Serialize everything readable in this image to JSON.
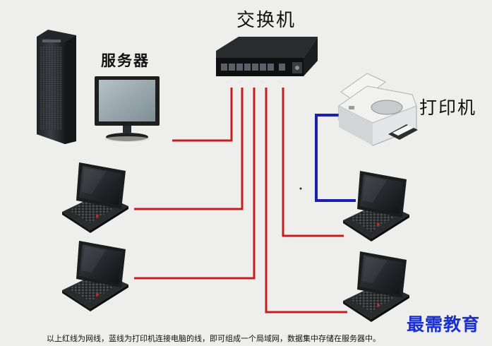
{
  "labels": {
    "switch": "交换机",
    "server": "服务器",
    "printer": "打印机"
  },
  "caption": "以上红线为网线，蓝线为打印机连接电脑的线，即可组成一个局域网，数据集中存储在服务器中。",
  "watermark": "最需教育",
  "colors": {
    "network_cable": "#c41f1f",
    "printer_cable": "#1b1fb0",
    "background": "#eeeeec",
    "watermark": "#1a2fd0"
  },
  "icons": [
    "server-tower-icon",
    "monitor-icon",
    "network-switch-icon",
    "printer-icon",
    "laptop-icon"
  ]
}
